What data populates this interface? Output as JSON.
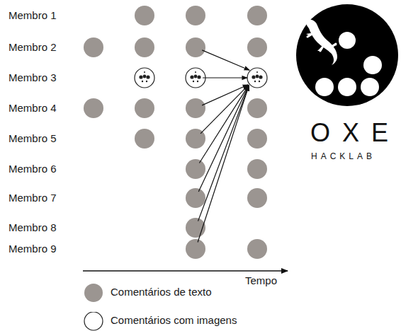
{
  "diagram": {
    "labels": [
      "Membro 1",
      "Membro 2",
      "Membro 3",
      "Membro 4",
      "Membro 5",
      "Membro 6",
      "Membro 7",
      "Membro 8",
      "Membro 9",
      "OXE",
      "HACKLAB",
      "Tempo"
    ],
    "legend": [
      {
        "text": "Comentários de texto",
        "color": "#9b9591"
      },
      {
        "text": "Comentários com imagens",
        "color": "#ffffff"
      }
    ]
  }
}
